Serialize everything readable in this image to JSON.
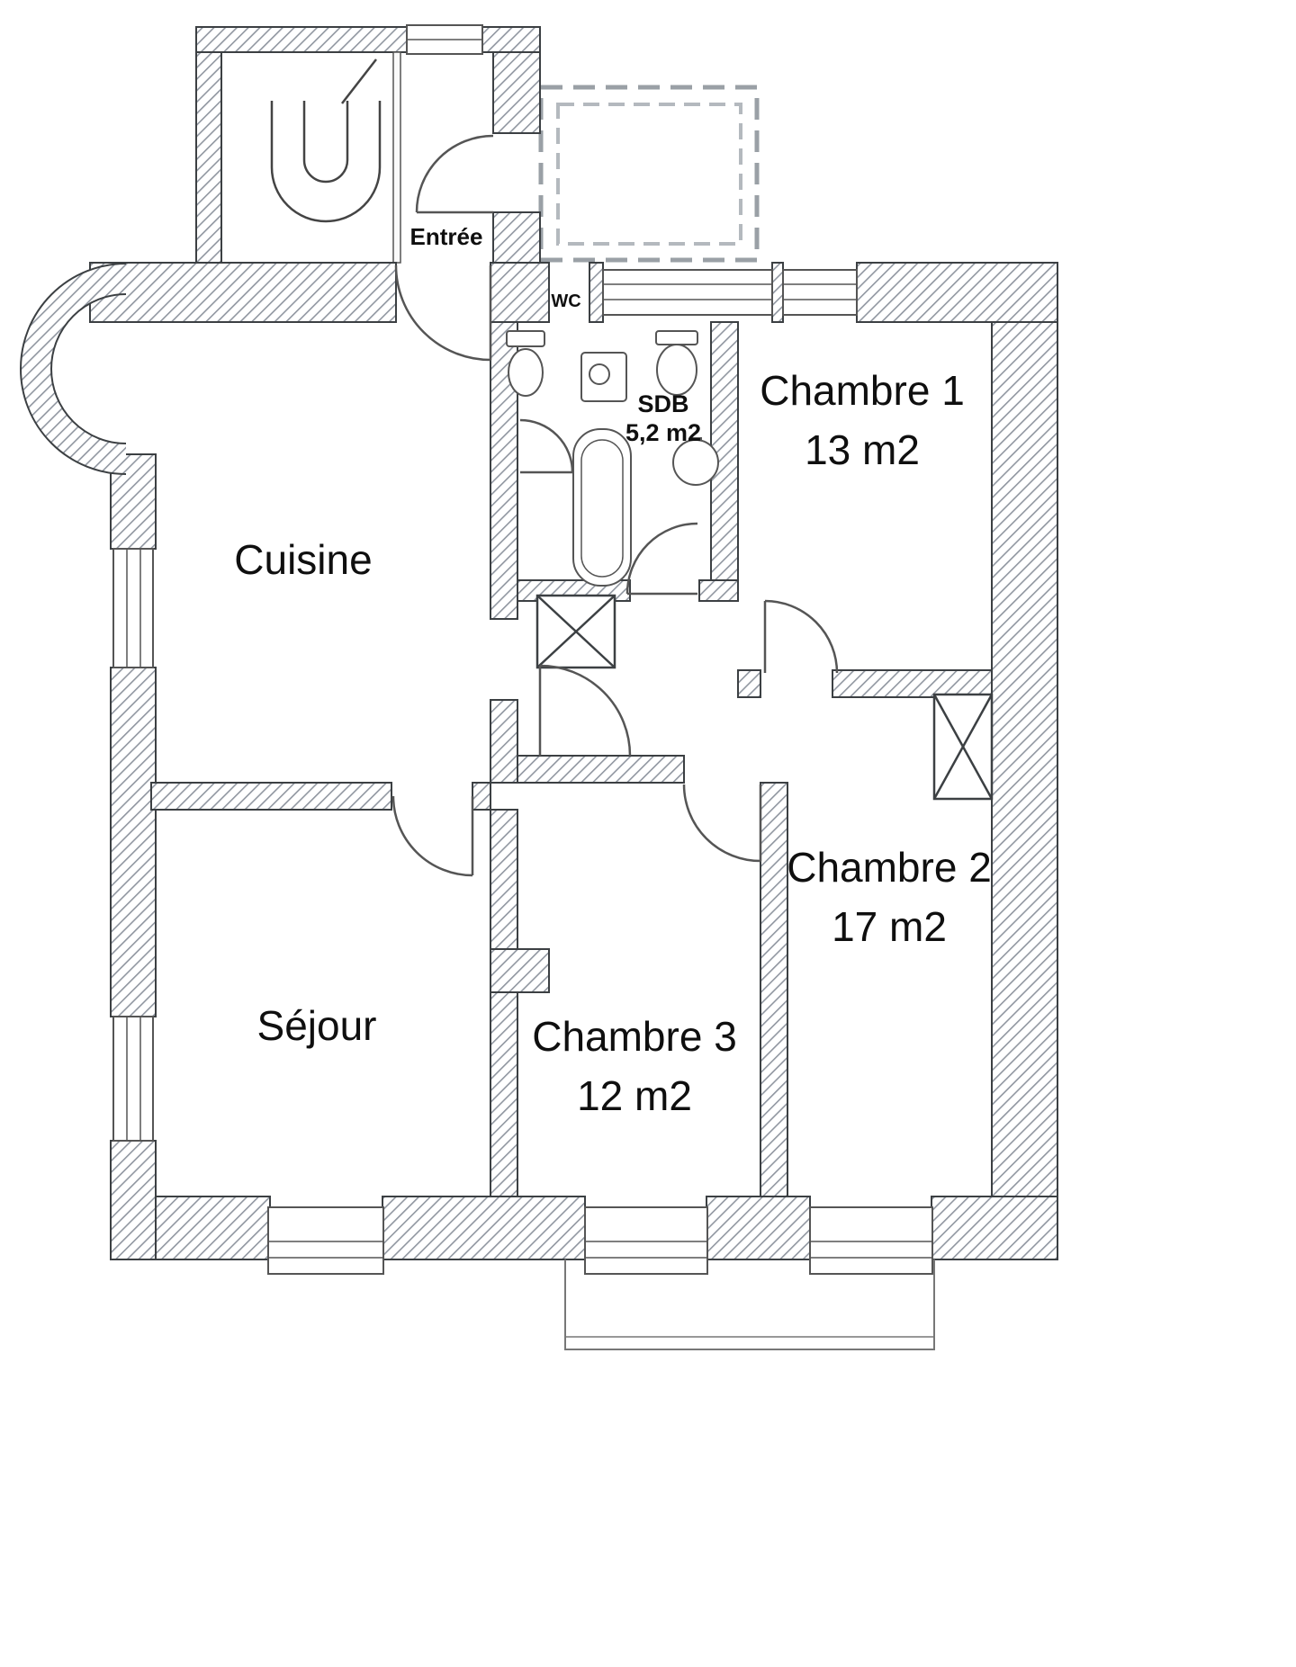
{
  "plan": {
    "type": "apartment-floor-plan",
    "colors": {
      "wall_hatch": "#9096a0",
      "wall_outline": "#3c4043",
      "background": "#ffffff",
      "text": "#0f0f0f",
      "balcony_dash": "#9aa0a6"
    },
    "rooms": {
      "entree": {
        "label": "Entrée"
      },
      "wc": {
        "label": "WC"
      },
      "sdb": {
        "label": "SDB",
        "area": "5,2 m2"
      },
      "chambre1": {
        "label": "Chambre 1",
        "area": "13 m2"
      },
      "cuisine": {
        "label": "Cuisine"
      },
      "chambre2": {
        "label": "Chambre 2",
        "area": "17 m2"
      },
      "sejour": {
        "label": "Séjour"
      },
      "chambre3": {
        "label": "Chambre 3",
        "area": "12 m2"
      }
    }
  }
}
